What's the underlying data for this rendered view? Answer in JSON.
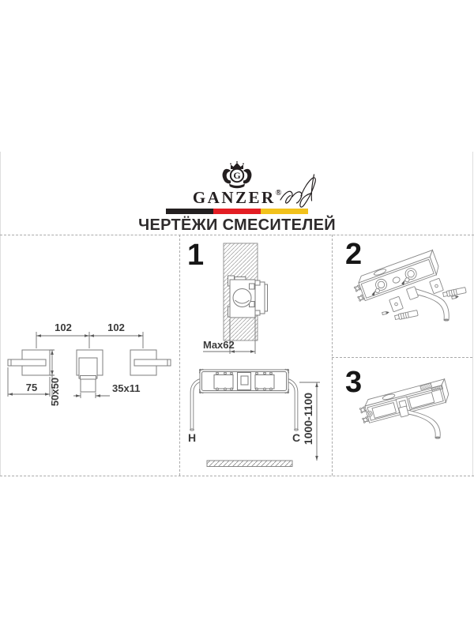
{
  "header": {
    "brand": "GANZER",
    "registered": "®",
    "monogram": "G",
    "title": "ЧЕРТЁЖИ СМЕСИТЕЛЕЙ",
    "flag_colors": {
      "black": "#231f20",
      "red": "#e31e24",
      "yellow": "#f2c21c"
    }
  },
  "front_view": {
    "dim_span_left": "102",
    "dim_span_right": "102",
    "dim_lever": "75",
    "dim_plate": "50x50",
    "dim_spout": "35x11"
  },
  "section1": {
    "number": "1",
    "dim_depth": "Max62",
    "hot": "H",
    "cold": "C",
    "dim_height": "1000-1100"
  },
  "section2": {
    "number": "2"
  },
  "section3": {
    "number": "3"
  },
  "drawing_colors": {
    "line": "#7d7d7d",
    "text": "#3b3b3b"
  }
}
